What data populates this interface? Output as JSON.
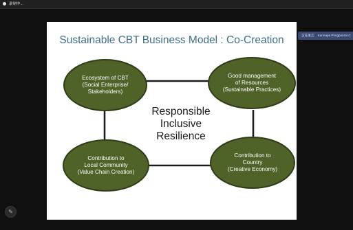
{
  "recording": {
    "indicator_text": "录制中..."
  },
  "speaker": {
    "label": "正在发言:",
    "name": "Kannapa Pongponrat C"
  },
  "slide": {
    "title": "Sustainable CBT Business Model : Co-Creation",
    "center_lines": [
      "Responsible",
      "Inclusive",
      "Resilience"
    ],
    "ovals": [
      {
        "key": "top_left",
        "lines": [
          "Ecosystem of CBT",
          "(Social Enterprise/",
          "Stakeholders)"
        ]
      },
      {
        "key": "top_right",
        "lines": [
          "Good management",
          "of Resources",
          "(Sustainable Practices)"
        ]
      },
      {
        "key": "bottom_left",
        "lines": [
          "Contribution to",
          "Local Community",
          "(Value Chain Creation)"
        ]
      },
      {
        "key": "bottom_right",
        "lines": [
          "Contribution to",
          "Country",
          "(Creative Economy)"
        ]
      }
    ]
  },
  "colors": {
    "oval_fill": "#4f6228",
    "oval_stroke": "#2f3c16",
    "title": "#3f6f8a",
    "connector": "#1a1a1a"
  },
  "icons": {
    "edit_button": "pencil-icon"
  }
}
